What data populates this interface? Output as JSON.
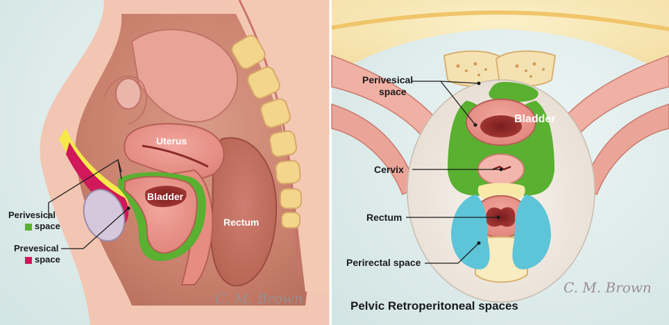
{
  "title": "Pelvic Retroperitoneal spaces",
  "signature": "C. M. Brown",
  "left_panel": {
    "organs": {
      "uterus": "Uterus",
      "bladder": "Bladder",
      "rectum": "Rectum"
    },
    "labels": {
      "perivesical_line1": "Perivesical",
      "perivesical_line2": "space",
      "prevesical_line1": "Prevesical",
      "prevesical_line2": "space"
    },
    "legend_colors": {
      "perivesical": "#5ab031",
      "prevesical": "#d0185a"
    }
  },
  "right_panel": {
    "organs": {
      "bladder": "Bladder"
    },
    "labels": {
      "perivesical_line1": "Perivesical",
      "perivesical_line2": "space",
      "cervix": "Cervix",
      "rectum": "Rectum",
      "perirectal": "Perirectal space"
    }
  },
  "colors": {
    "perivesical_green": "#5ab031",
    "perirectal_blue": "#5ec4d8",
    "prevesical_magenta": "#d0185a",
    "organ_pink": "#e98f86",
    "background": "#dfeeed"
  }
}
